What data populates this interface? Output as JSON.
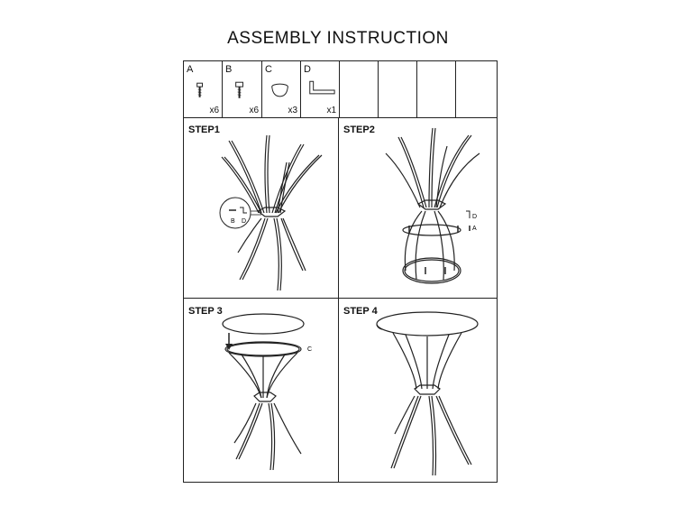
{
  "title": "ASSEMBLY  INSTRUCTION",
  "parts": [
    {
      "letter": "A",
      "qty": "x6",
      "icon": "screw-icon"
    },
    {
      "letter": "B",
      "qty": "x6",
      "icon": "screw-icon"
    },
    {
      "letter": "C",
      "qty": "x3",
      "icon": "foot-cap-icon"
    },
    {
      "letter": "D",
      "qty": "x1",
      "icon": "allen-key-icon"
    }
  ],
  "steps": [
    {
      "label": "STEP1",
      "callouts": [
        "B",
        "D"
      ]
    },
    {
      "label": "STEP2",
      "callouts": [
        "D",
        "A"
      ]
    },
    {
      "label": "STEP 3",
      "callouts": [
        "C"
      ]
    },
    {
      "label": "STEP 4",
      "callouts": []
    }
  ]
}
